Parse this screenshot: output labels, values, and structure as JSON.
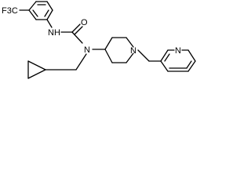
{
  "molecule": {
    "atom_labels": {
      "cf3": "F3C",
      "amide_nh": "N",
      "amide_h": "H",
      "carbonyl_o": "O",
      "urea_n": "N",
      "piperidine_n": "N",
      "pyridine_n": "N"
    }
  }
}
